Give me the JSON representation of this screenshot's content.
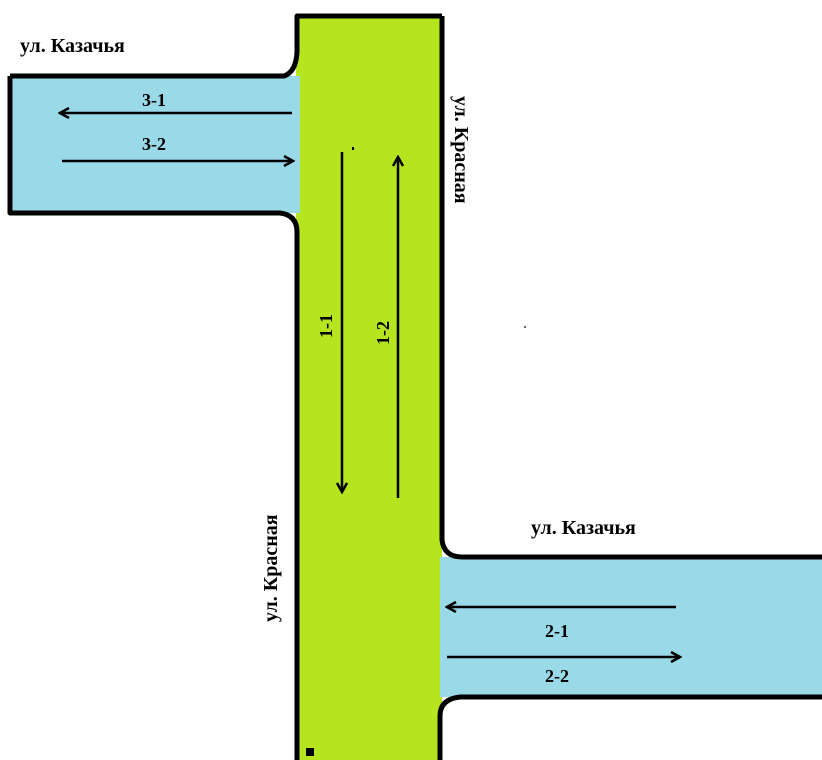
{
  "streets": {
    "top_left": "ул. Казачья",
    "top_right_vertical": "ул. Красная",
    "bottom_left_vertical": "ул. Красная",
    "bottom_right": "ул. Казачья"
  },
  "lanes": {
    "l3_1": "3-1",
    "l3_2": "3-2",
    "l1_1": "1-1",
    "l1_2": "1-2",
    "l2_1": "2-1",
    "l2_2": "2-2"
  },
  "colors": {
    "main_road": "#b6e41f",
    "side_road": "#9ad9e8",
    "outline": "#000000"
  }
}
